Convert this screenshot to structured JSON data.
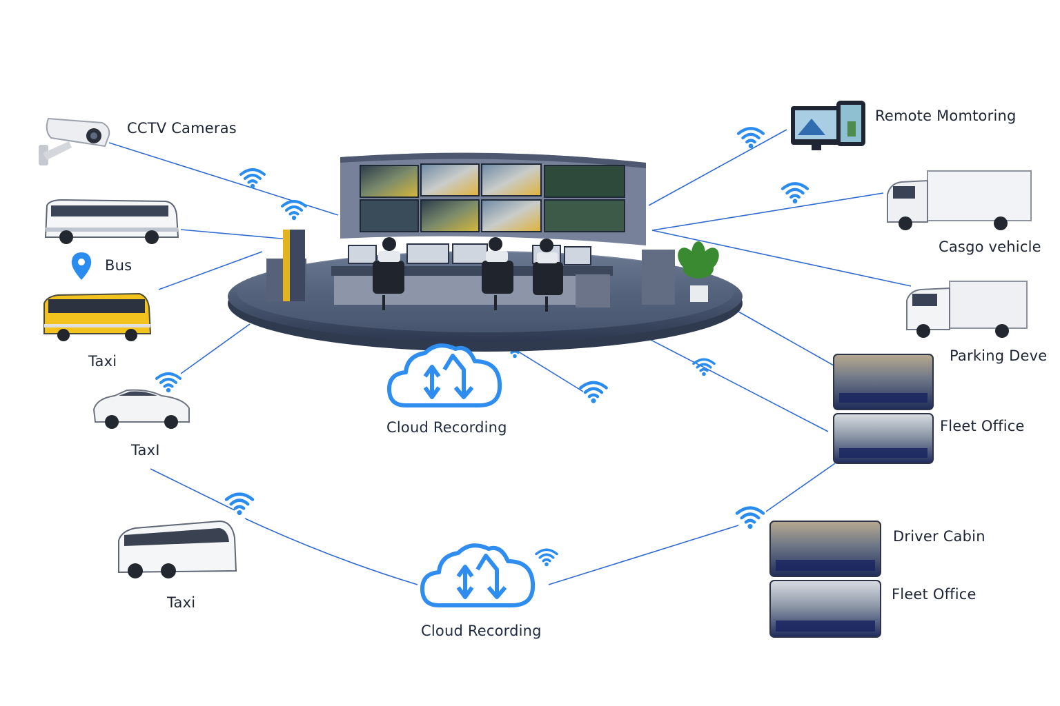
{
  "labels": {
    "cctv": "CCTV Cameras",
    "bus": "Bus",
    "taxi_1": "Taxi",
    "taxi_2": "TaxI",
    "taxi_3": "Taxi",
    "remote": "Remote Momtoring",
    "cargo": "Casgo vehicle",
    "parking": "Parking Deve",
    "fleet_1": "Fleet Office",
    "driver": "Driver Cabin",
    "fleet_2": "Fleet Office",
    "cloud_1": "Cloud Recording",
    "cloud_2": "Cloud Recording"
  },
  "icons": {
    "wifi": "wifi-icon",
    "cloud": "cloud-sync-icon",
    "pin": "location-pin-icon"
  },
  "colors": {
    "link": "#2f6ad1",
    "wifi": "#2b8cf0",
    "platform": "#3f4f6a",
    "wall": "#6f7a8c",
    "accent": "#e3b422"
  }
}
